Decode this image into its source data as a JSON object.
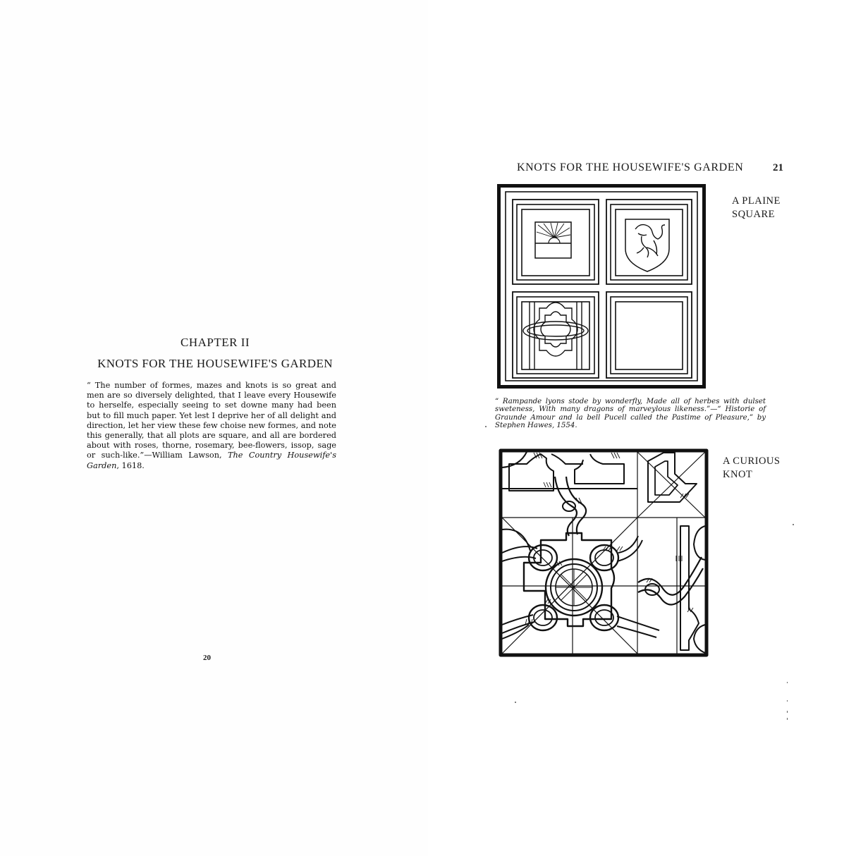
{
  "left_page": {
    "chapter_number": "CHAPTER II",
    "chapter_title": "KNOTS FOR THE HOUSEWIFE'S GARDEN",
    "epigraph": {
      "quote": "“ The number of formes, mazes and knots is so great and men are so diversely delighted, that I leave every Housewife to herselfe, especially seeing to set downe many had been but to fill much paper.  Yet lest I deprive her of all delight and direction, let her view these few choise new formes, and note this generally, that all plots are square, and all are bordered about with roses, thorne, rosemary, bee-flowers, issop, sage or such-like.”—William Lawson, ",
      "source_title": "The Country Housewife's Garden",
      "year": ", 1618."
    },
    "page_number": "20"
  },
  "right_page": {
    "running_head": "KNOTS FOR THE HOUSEWIFE'S GARDEN",
    "page_number": "21",
    "figures": [
      {
        "label_line1": "A PLAINE",
        "label_line2": "SQUARE",
        "panels": [
          "sunrise-emblem",
          "rampant-lion-shield",
          "interlaced-knot",
          "empty-square"
        ]
      },
      {
        "label_line1": "A CURIOUS",
        "label_line2": "KNOT"
      }
    ],
    "caption": "“ Rampande lyons stode by wonderfly, Made all of herbes with dulset sweteness, With many dragons of marveylous likeness.”—“ Historie of Graunde Amour and la bell Pucell called the Pastime of Pleasure,” by Stephen Hawes, 1554."
  }
}
